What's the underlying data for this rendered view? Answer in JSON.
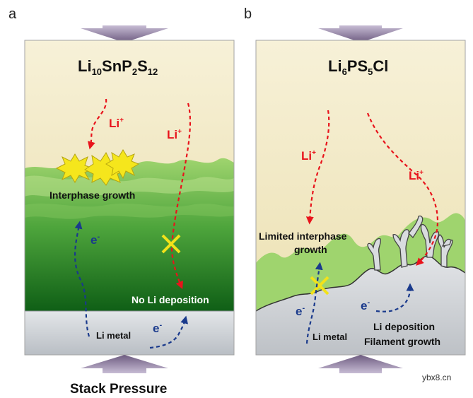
{
  "panel_a": {
    "letter": "a",
    "formula": {
      "p1": "Li",
      "s1": "10",
      "p2": "SnP",
      "s2": "2",
      "p3": "S",
      "s3": "12"
    },
    "li_ion_1": {
      "base": "Li",
      "sup": "+"
    },
    "li_ion_2": {
      "base": "Li",
      "sup": "+"
    },
    "electron_1": {
      "base": "e",
      "sup": "-"
    },
    "electron_2": {
      "base": "e",
      "sup": "-"
    },
    "interphase_label": "Interphase growth",
    "no_deposition_label": "No Li deposition",
    "li_metal_label": "Li metal",
    "stack_pressure_label": "Stack Pressure"
  },
  "panel_b": {
    "letter": "b",
    "formula": {
      "p1": "Li",
      "s1": "6",
      "p2": "PS",
      "s2": "5",
      "p3": "Cl"
    },
    "li_ion_1": {
      "base": "Li",
      "sup": "+"
    },
    "li_ion_2": {
      "base": "Li",
      "sup": "+"
    },
    "electron_1": {
      "base": "e",
      "sup": "-"
    },
    "electron_2": {
      "base": "e",
      "sup": "-"
    },
    "limited_interphase_line1": "Limited interphase",
    "limited_interphase_line2": "growth",
    "li_metal_label": "Li metal",
    "li_deposition_label": "Li deposition",
    "filament_label": "Filament growth"
  },
  "watermark": "ybx8.cn",
  "colors": {
    "electrolyte_top": "#f6efd3",
    "electrolyte_bottom": "#ece0ae",
    "interphase_light": "#9fd46e",
    "interphase_dark": "#1e7a1e",
    "li_metal": "#c9cdd2",
    "arrow_purple": "#8a7a9a",
    "li_ion_red": "#e8141c",
    "electron_blue": "#1a3a8c",
    "cross_yellow": "#f2e21a"
  }
}
